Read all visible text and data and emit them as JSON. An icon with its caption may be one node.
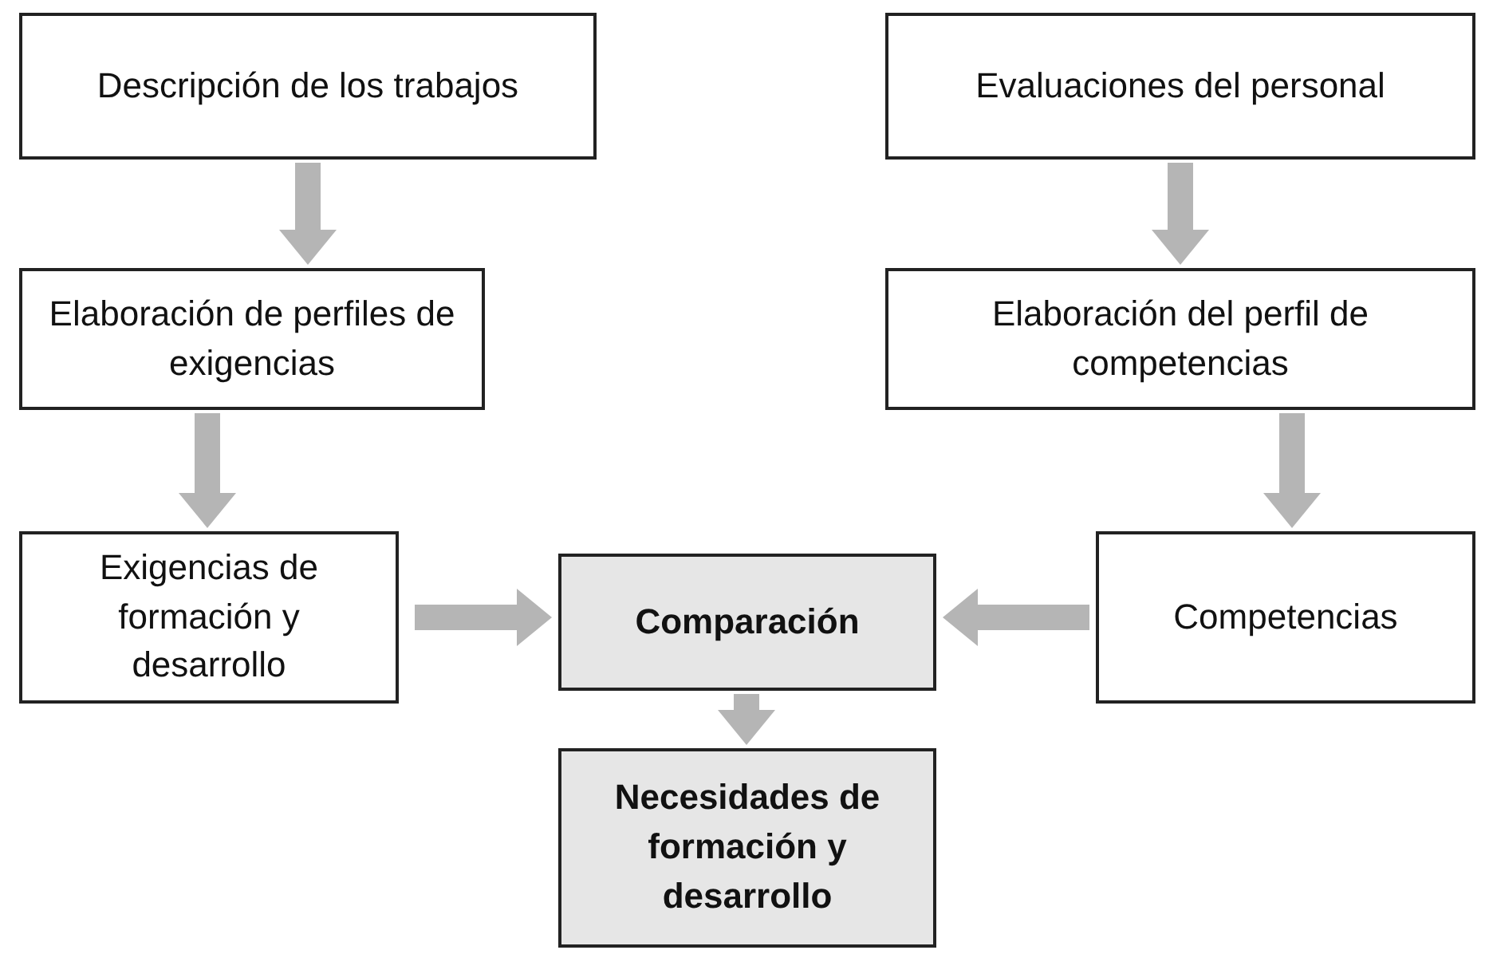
{
  "diagram": {
    "nodes": [
      {
        "text": [
          "Descripción de los trabajos"
        ]
      },
      {
        "text": [
          "Evaluaciones del personal"
        ]
      },
      {
        "text": [
          "Elaboración de perfiles de exigencias"
        ]
      },
      {
        "text": [
          "Elaboración del perfil de competencias"
        ]
      },
      {
        "text": [
          "Exigencias de formación y desarrollo"
        ]
      },
      {
        "text": [
          "Comparación"
        ]
      },
      {
        "text": [
          "Competencias"
        ]
      },
      {
        "text": [
          "Necesidades de formación y desarrollo"
        ]
      }
    ],
    "edges": [
      {
        "from": 0,
        "to": 2,
        "arrow": "to"
      },
      {
        "from": 1,
        "to": 3,
        "arrow": "to"
      },
      {
        "from": 2,
        "to": 4,
        "arrow": "to"
      },
      {
        "from": 3,
        "to": 6,
        "arrow": "to"
      },
      {
        "from": 4,
        "to": 5,
        "arrow": "to"
      },
      {
        "from": 6,
        "to": 5,
        "arrow": "to"
      },
      {
        "from": 5,
        "to": 7,
        "arrow": "to"
      }
    ]
  }
}
